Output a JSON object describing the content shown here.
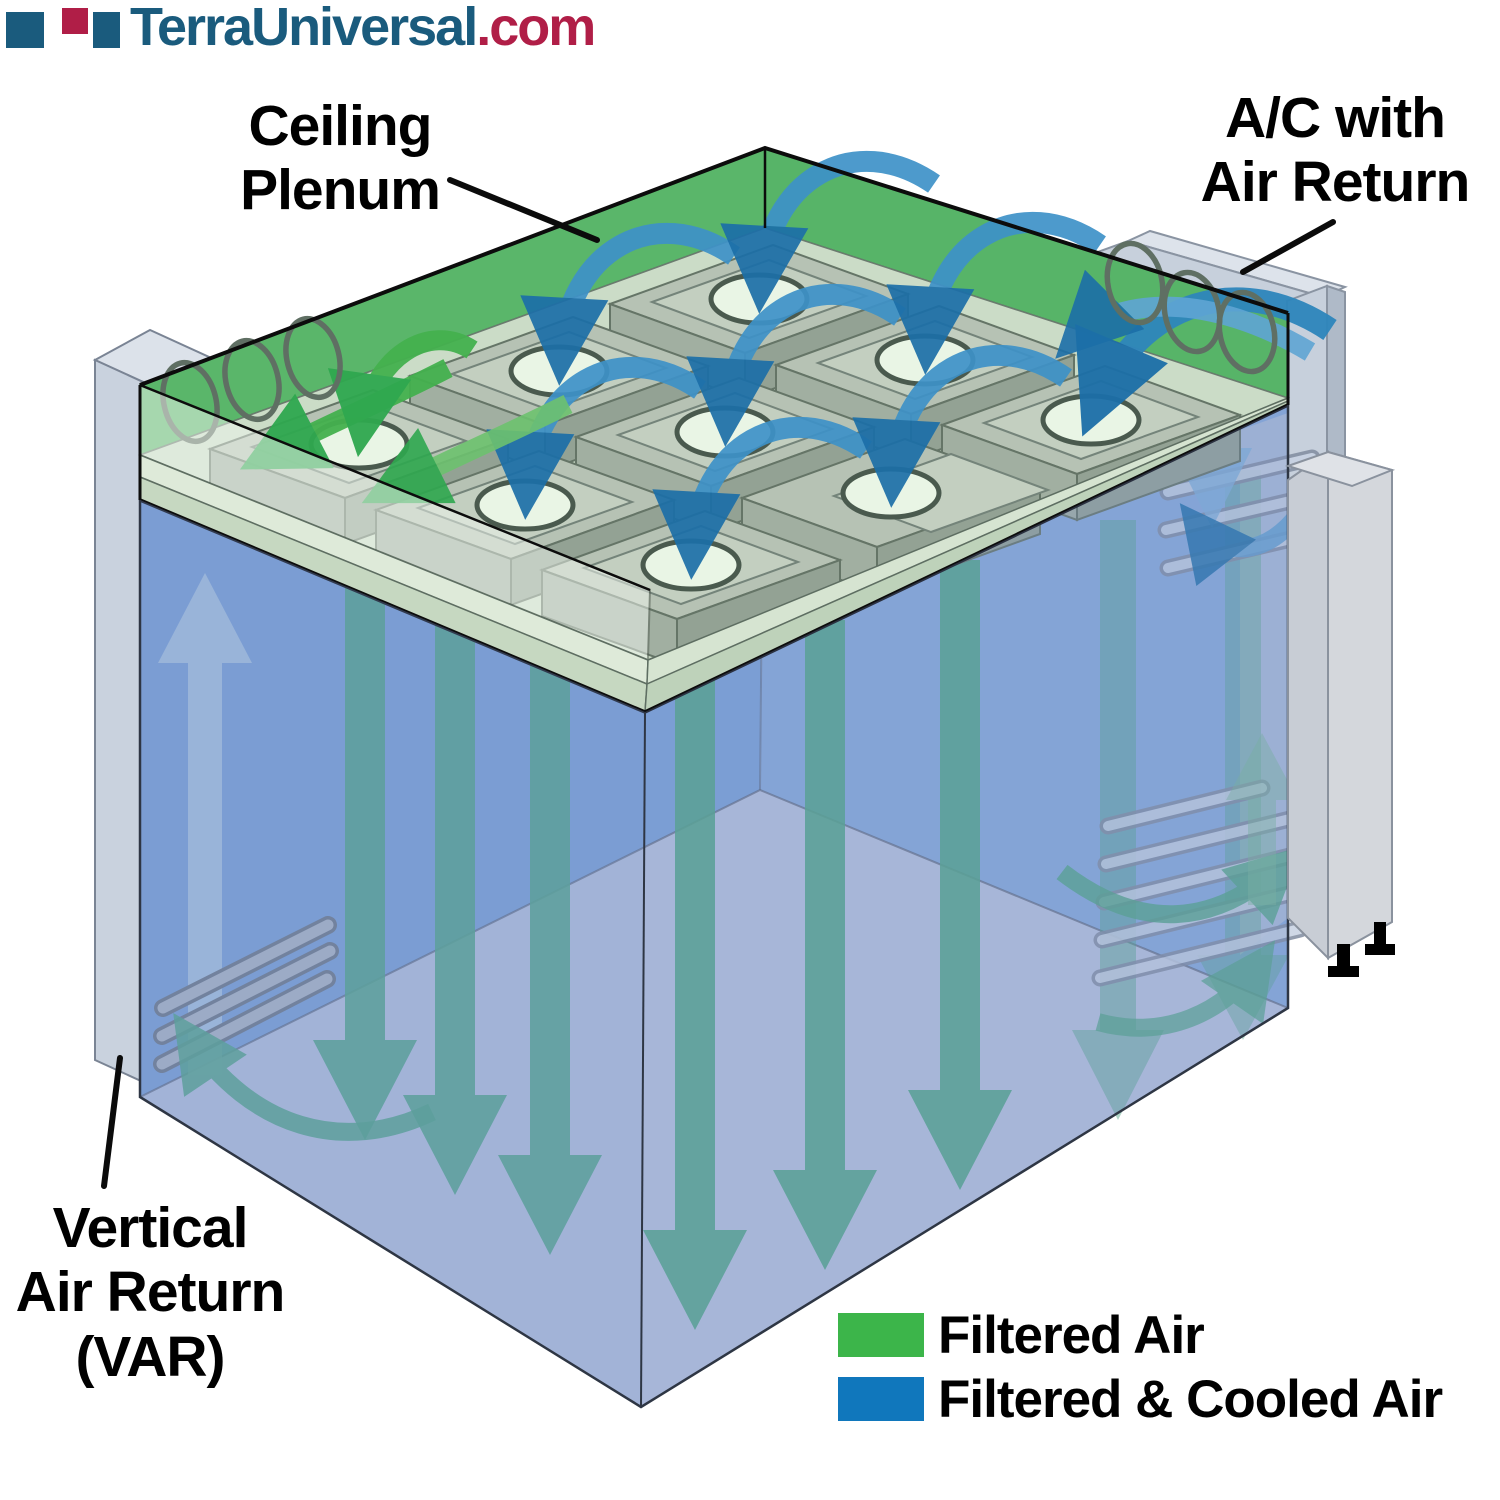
{
  "logo": {
    "icon": "terra-universal-logo-mark",
    "brand": "TerraUniversal",
    "tld": ".com"
  },
  "callouts": {
    "ceiling_plenum": {
      "line1": "Ceiling",
      "line2": "Plenum"
    },
    "ac_with_air_return": {
      "line1": "A/C with",
      "line2": "Air Return"
    },
    "vertical_air_return": {
      "line1": "Vertical",
      "line2": "Air Return",
      "line3": "(VAR)"
    }
  },
  "legend": {
    "items": [
      {
        "id": "filtered-air",
        "label": "Filtered Air",
        "color": "#3CB54A"
      },
      {
        "id": "filtered-cooled-air",
        "label": "Filtered & Cooled Air",
        "color": "#1077BC"
      }
    ]
  },
  "diagram": {
    "type": "isometric-cleanroom-airflow",
    "colors": {
      "plenum_green": "#5AB66A",
      "deck_green": "#CBDCC7",
      "wall_blue_back": "#7BA2D7",
      "floor_blue": "#B7C3DD",
      "structure_gray": "#C9D2DE",
      "filtered_arrow_green": "#4FA584",
      "cooled_arrow_blue": "#3E92C8",
      "logo_blue": "#1A5B7D",
      "logo_red": "#B01E47"
    },
    "elements": [
      "ceiling-plenum",
      "fan-filter-units",
      "ac-unit",
      "vertical-air-return-column",
      "return-air-vents",
      "airflow-arrows"
    ]
  }
}
